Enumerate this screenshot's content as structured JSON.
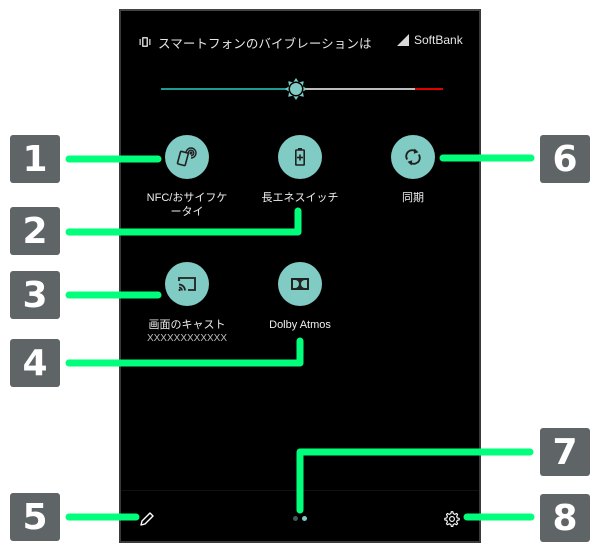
{
  "status_bar": {
    "vibration_icon": "vibrate-icon",
    "notification_text": "スマートフォンのバイブレーションは",
    "signal_icon": "signal-icon",
    "carrier": "SoftBank"
  },
  "brightness": {
    "level_percent": 48,
    "max_safe_percent": 90,
    "thumb_icon": "brightness-icon",
    "colors": {
      "fill": "#1e9c90",
      "track": "#bdbdbd",
      "limit": "#e00000"
    }
  },
  "tiles": [
    {
      "label": "NFC/おサイフケ",
      "label2": "ータイ",
      "icon": "nfc-icon"
    },
    {
      "label": "長エネスイッチ",
      "icon": "battery-saver-icon"
    },
    {
      "label": "同期",
      "icon": "sync-icon"
    },
    {
      "label": "画面のキャスト",
      "sub": "XXXXXXXXXXXX",
      "icon": "cast-icon"
    },
    {
      "label": "Dolby Atmos",
      "icon": "dolby-icon"
    }
  ],
  "tile_color": "#80cbc4",
  "bottom_bar": {
    "edit_icon": "pencil-icon",
    "page_indicator": {
      "pages": 2,
      "current": 2
    },
    "settings_icon": "gear-icon"
  },
  "callouts": {
    "color": "#00ff7a",
    "badge_color": "#5f6466",
    "labels": [
      "1",
      "2",
      "3",
      "4",
      "5",
      "6",
      "7",
      "8"
    ]
  }
}
